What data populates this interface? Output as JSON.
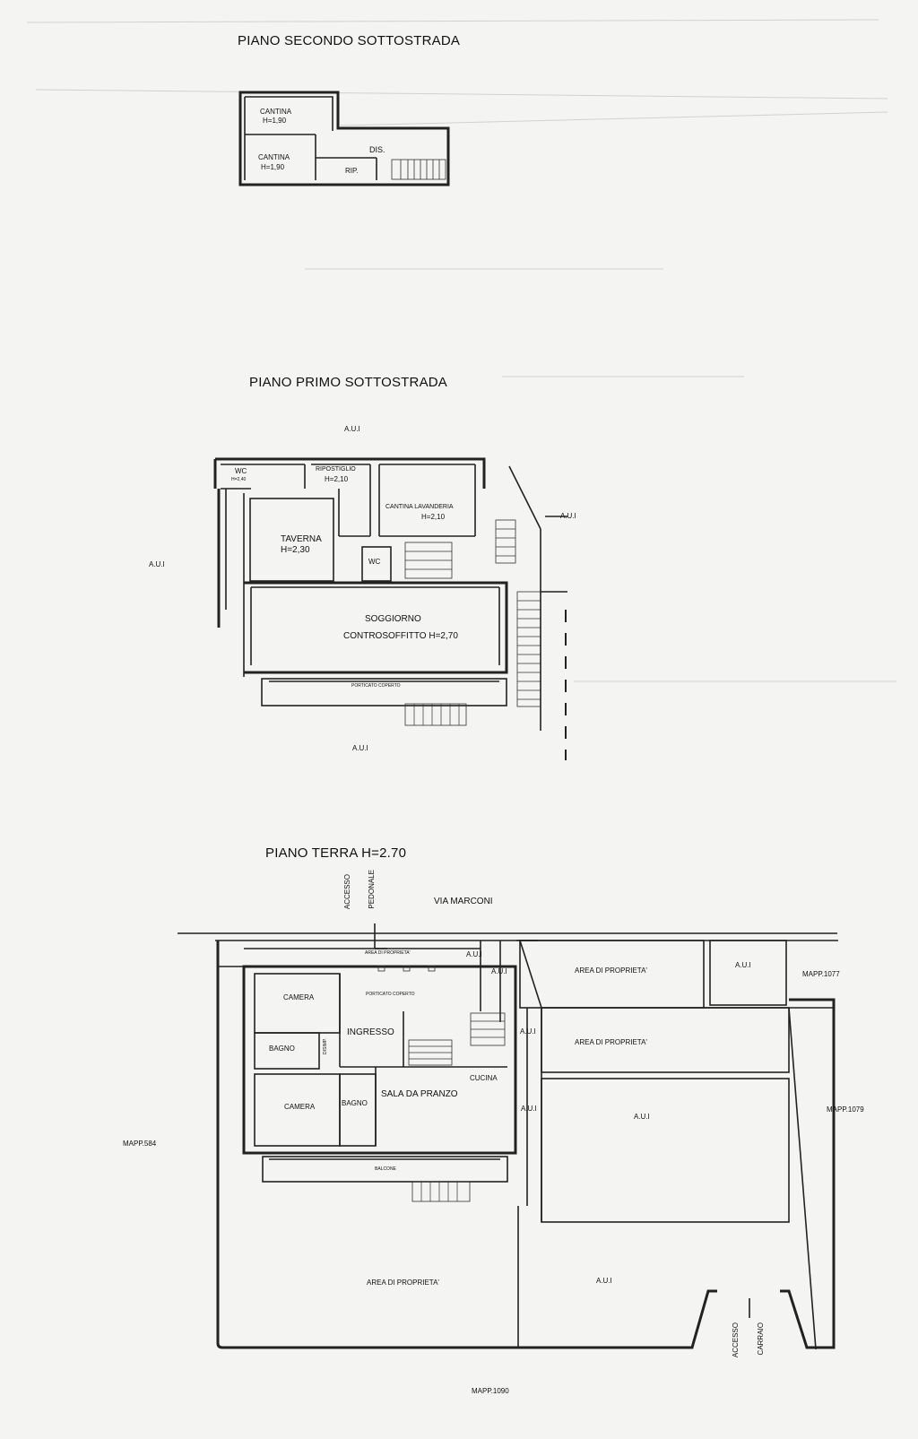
{
  "titles": {
    "second_basement": "PIANO SECONDO SOTTOSTRADA",
    "first_basement": "PIANO PRIMO SOTTOSTRADA",
    "ground_floor": "PIANO TERRA H=2.70"
  },
  "second_basement": {
    "cantina_top": "CANTINA",
    "cantina_top_h": "H=1,90",
    "cantina_bottom": "CANTINA",
    "cantina_bottom_h": "H=1,90",
    "dis": "DIS.",
    "rip": "RIP."
  },
  "first_basement": {
    "aui_top": "A.U.I",
    "aui_left": "A.U.I",
    "aui_right": "A.U.I",
    "aui_bottom": "A.U.I",
    "wc_top": "WC",
    "wc_top_h": "H=2,40",
    "ripostiglio": "RIPOSTIGLIO",
    "ripostiglio_h": "H=2,10",
    "cantina_lavanderia": "CANTINA LAVANDERIA",
    "cantina_lavanderia_h": "H=2,10",
    "taverna": "TAVERNA",
    "taverna_h": "H=2,30",
    "wc_mid": "WC",
    "soggiorno": "SOGGIORNO",
    "controsoffitto": "CONTROSOFFITTO H=2,70",
    "porticato": "PORTICATO COPERTO"
  },
  "ground_floor": {
    "via_marconi": "VIA MARCONI",
    "accesso": "ACCESSO",
    "pedonale": "PEDONALE",
    "area_proprieta_small": "AREA DI PROPRIETA'",
    "porticato_coperto": "PORTICATO COPERTO",
    "camera_top": "CAMERA",
    "ingresso": "INGRESSO",
    "bagno_left": "BAGNO",
    "disimp": "DISIMP.",
    "cucina": "CUCINA",
    "sala_da_pranzo": "SALA DA PRANZO",
    "camera_bottom": "CAMERA",
    "bagno_mid": "BAGNO",
    "balcone": "BALCONE",
    "aui_1": "A.U.I",
    "aui_2": "A.U.I",
    "aui_3": "A.U.I",
    "aui_4": "A.U.I",
    "aui_5": "A.U.I",
    "aui_6": "A.U.I",
    "aui_7": "A.U.I",
    "area_prop_1": "AREA DI PROPRIETA'",
    "area_prop_2": "AREA DI PROPRIETA'",
    "area_prop_3": "AREA DI PROPRIETA'",
    "mapp_1077": "MAPP.1077",
    "mapp_1079": "MAPP.1079",
    "mapp_584": "MAPP.584",
    "mapp_1090": "MAPP.1090",
    "accesso_carraio_1": "ACCESSO",
    "accesso_carraio_2": "CARRAIO"
  }
}
